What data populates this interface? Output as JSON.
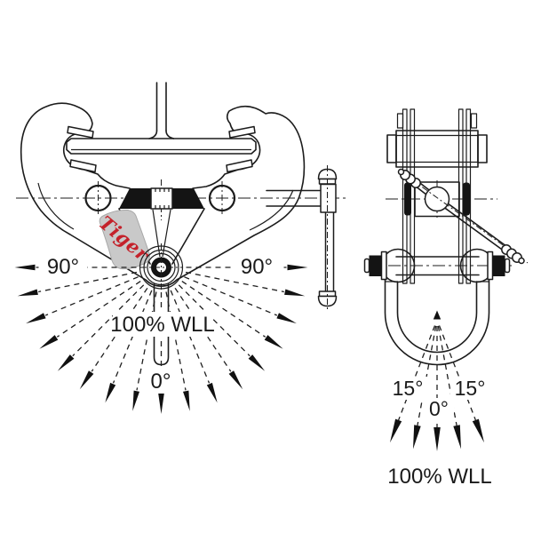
{
  "front_view": {
    "brand": "Tiger",
    "angle_left": "90°",
    "angle_right": "90°",
    "wll": "100% WLL",
    "angle_zero": "0°"
  },
  "side_view": {
    "angle_left": "15°",
    "angle_zero": "0°",
    "angle_right": "15°",
    "wll": "100% WLL"
  },
  "colors": {
    "line": "#1c1c1c",
    "brand_red": "#c4212a",
    "shield_gray": "#c9c9c9",
    "background": "#ffffff"
  }
}
